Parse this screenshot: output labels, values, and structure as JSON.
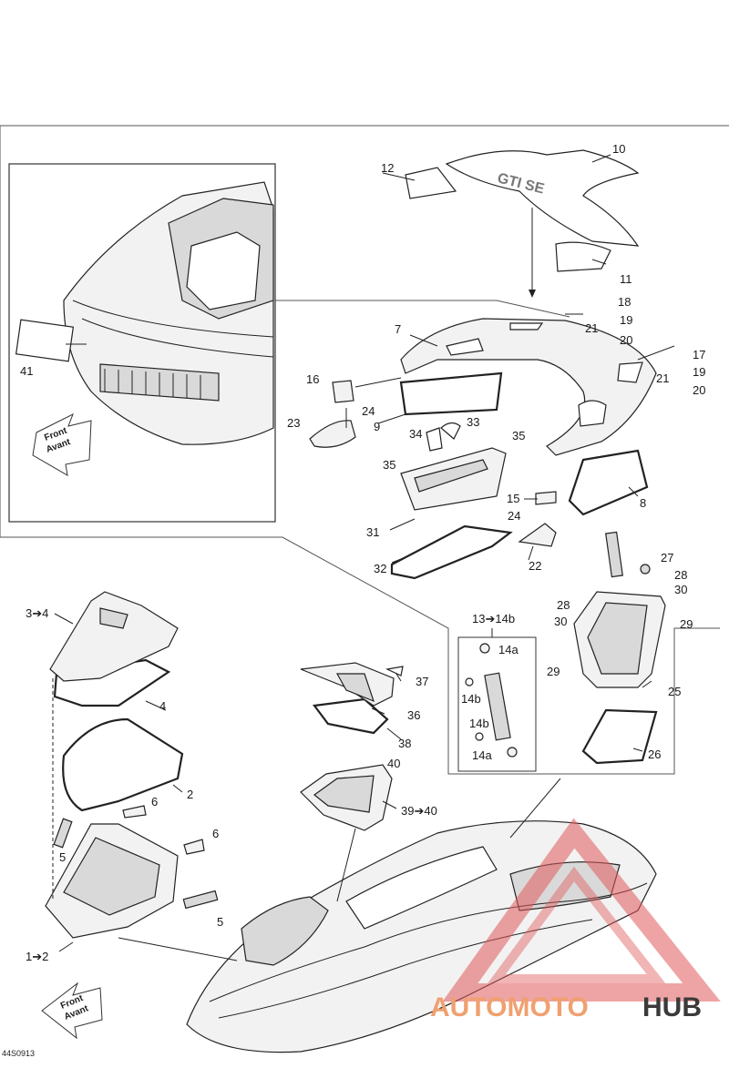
{
  "diagram_code": "44S0913",
  "front_label": {
    "line1": "Front",
    "line2": "Avant"
  },
  "watermark": {
    "part1": "AUTOMOTO",
    "part2": "HUB",
    "color1": "#f0a070",
    "color2": "#3a3a3a",
    "triangle_color": "#e05a5a"
  },
  "callouts": {
    "c1": "1➔2",
    "c2": "2",
    "c3": "3➔4",
    "c4": "4",
    "c5a": "5",
    "c5b": "5",
    "c6a": "6",
    "c6b": "6",
    "c7": "7",
    "c8": "8",
    "c9": "9",
    "c10": "10",
    "c11": "11",
    "c12": "12",
    "c13": "13➔14b",
    "c14a1": "14a",
    "c14a2": "14a",
    "c14b1": "14b",
    "c14b2": "14b",
    "c15": "15",
    "c16": "16",
    "c17": "17",
    "c18": "18",
    "c19a": "19",
    "c19b": "19",
    "c20a": "20",
    "c20b": "20",
    "c21a": "21",
    "c21b": "21",
    "c22": "22",
    "c23": "23",
    "c24a": "24",
    "c24b": "24",
    "c25": "25",
    "c26": "26",
    "c27": "27",
    "c28a": "28",
    "c28b": "28",
    "c29a": "29",
    "c29b": "29",
    "c30a": "30",
    "c30b": "30",
    "c31": "31",
    "c32": "32",
    "c33": "33",
    "c34": "34",
    "c35a": "35",
    "c35b": "35",
    "c36": "36",
    "c37": "37",
    "c38": "38",
    "c39": "39➔40",
    "c40": "40",
    "c41": "41"
  }
}
